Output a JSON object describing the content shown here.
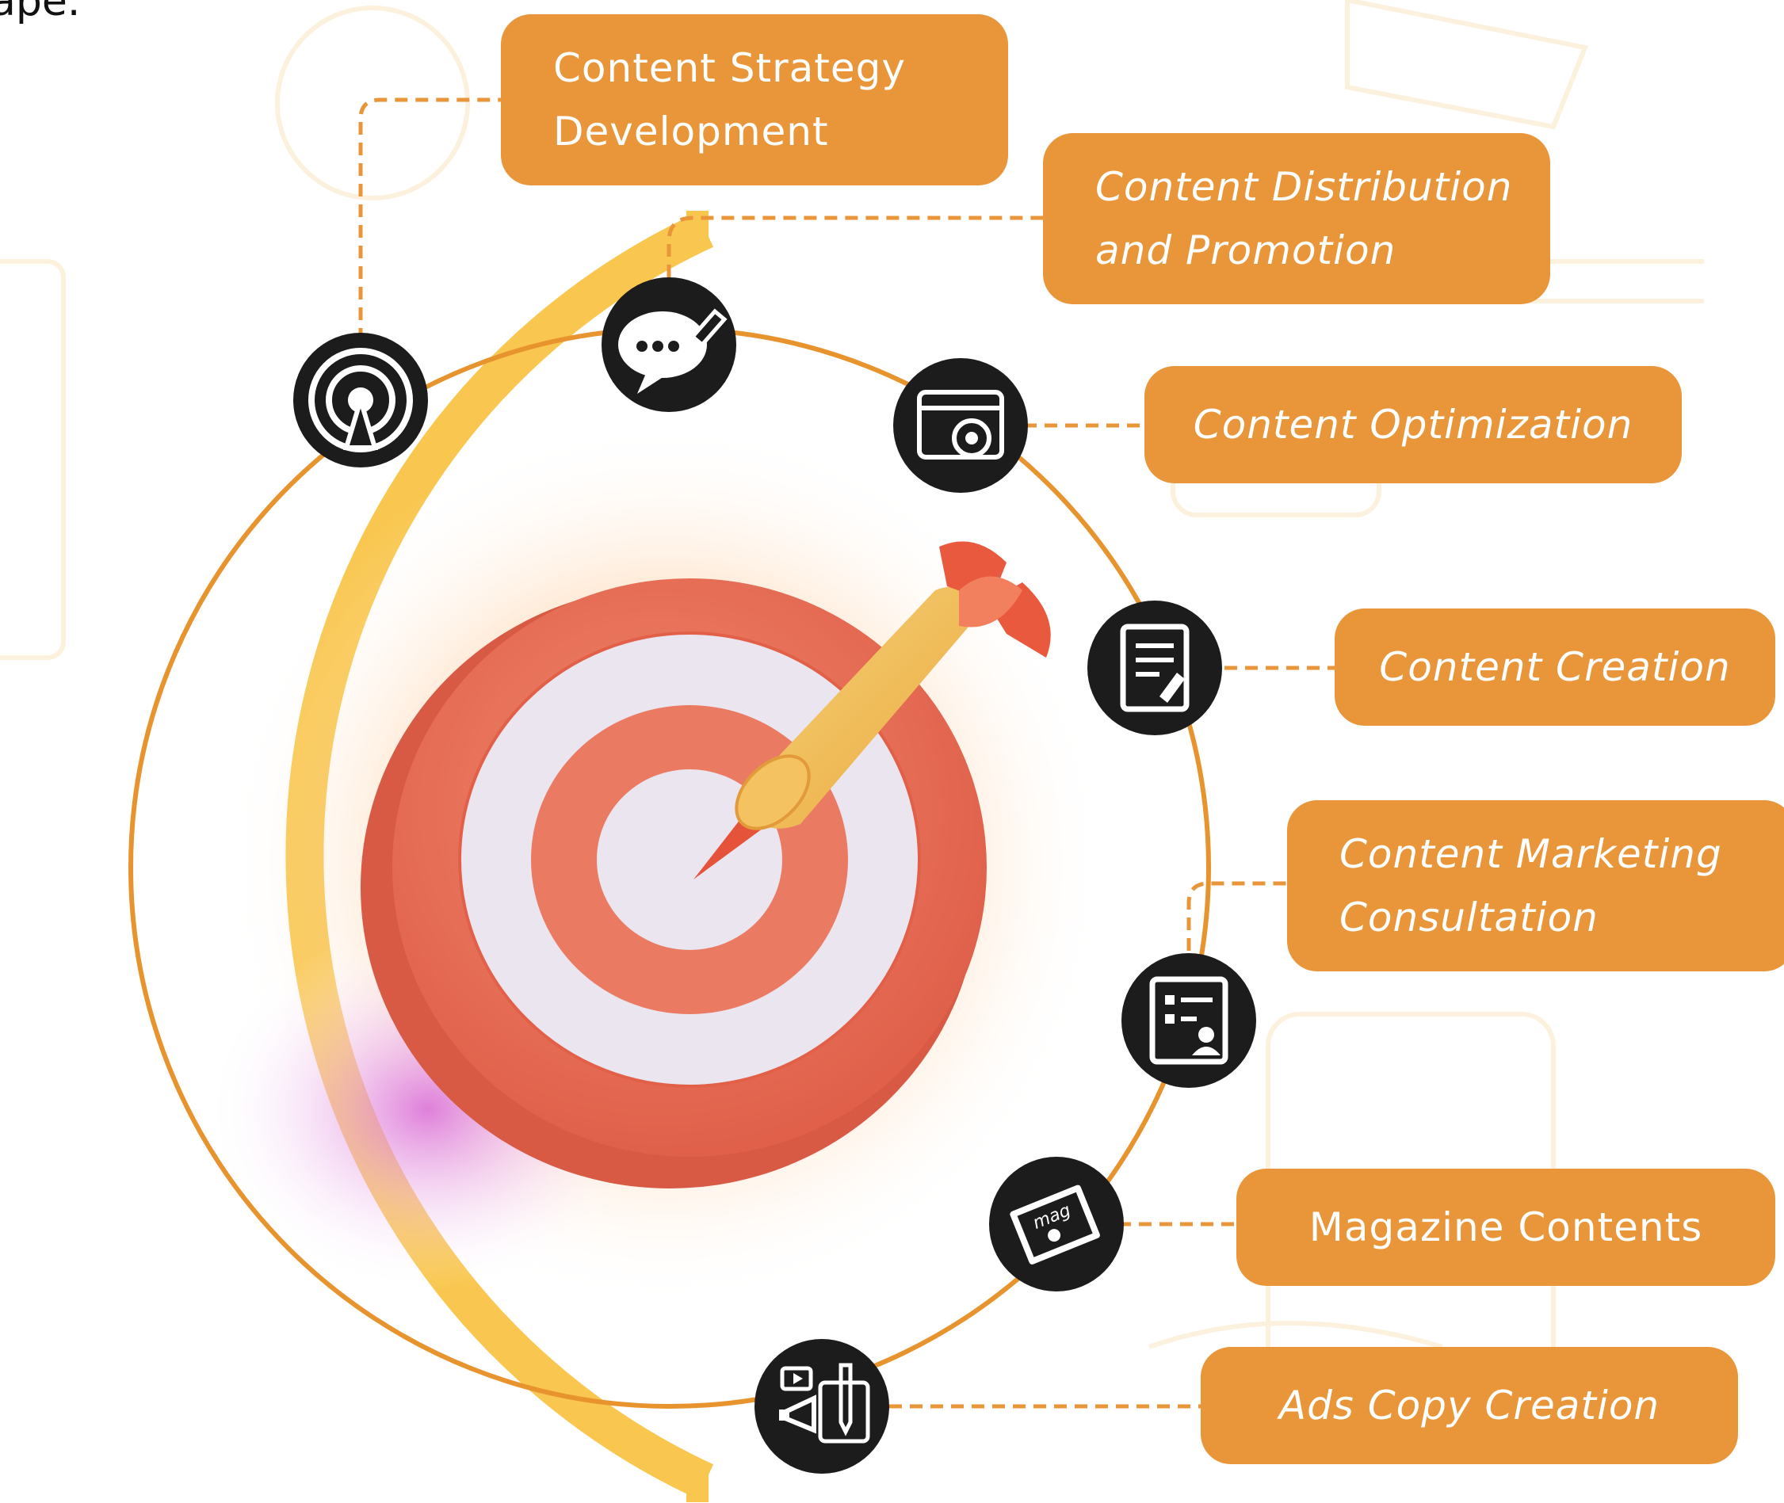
{
  "header_fragment": "ape.",
  "colors": {
    "accent_orange": "#e9963a",
    "yellow_arc": "#f9c74f",
    "ring_line": "#e8942e",
    "icon_bg": "#1c1c1c",
    "target_red": "#e9705a",
    "target_white": "#e8e4ef",
    "dart_yellow": "#f2c45a"
  },
  "services": [
    {
      "label": "Content Strategy\nDevelopment",
      "icon": "broadcast-icon",
      "style": "regular"
    },
    {
      "label": "Content Distribution\nand Promotion",
      "icon": "chat-edit-icon",
      "style": "italic"
    },
    {
      "label": "Content Optimization",
      "icon": "browser-gear-icon",
      "style": "italic"
    },
    {
      "label": "Content Creation",
      "icon": "document-edit-icon",
      "style": "italic"
    },
    {
      "label": "Content Marketing\nConsultation",
      "icon": "profile-card-icon",
      "style": "italic"
    },
    {
      "label": "Magazine Contents",
      "icon": "magazine-icon",
      "style": "regular"
    },
    {
      "label": "Ads Copy Creation",
      "icon": "megaphone-media-icon",
      "style": "italic"
    }
  ],
  "magazine_icon_text": "mag"
}
